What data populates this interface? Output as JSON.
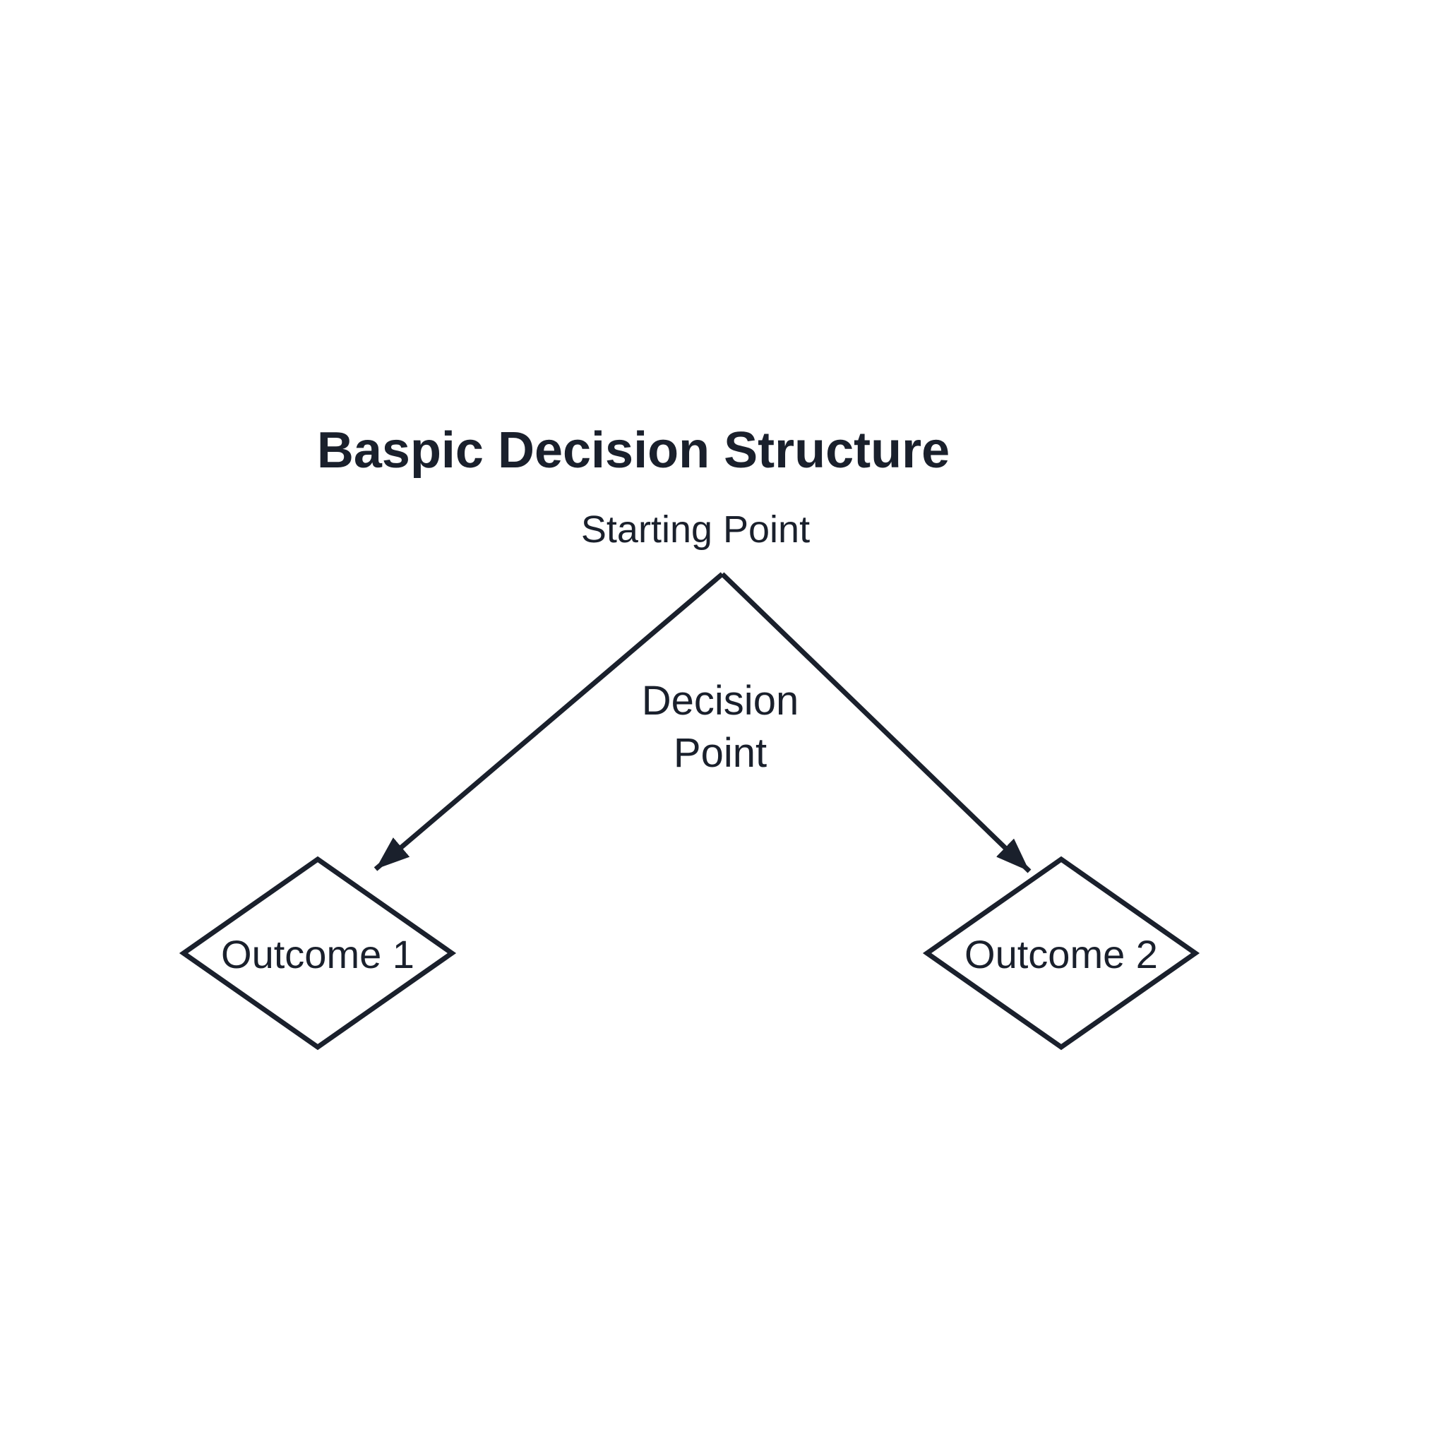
{
  "diagram": {
    "title": "Baspic Decision Structure",
    "subtitle": "Starting Point",
    "branch_label": {
      "line1": "Decision",
      "line2": "Point"
    },
    "outcomes": {
      "left": "Outcome 1",
      "right": "Outcome 2"
    },
    "colors": {
      "ink": "#1a202c",
      "background": "#ffffff"
    }
  }
}
